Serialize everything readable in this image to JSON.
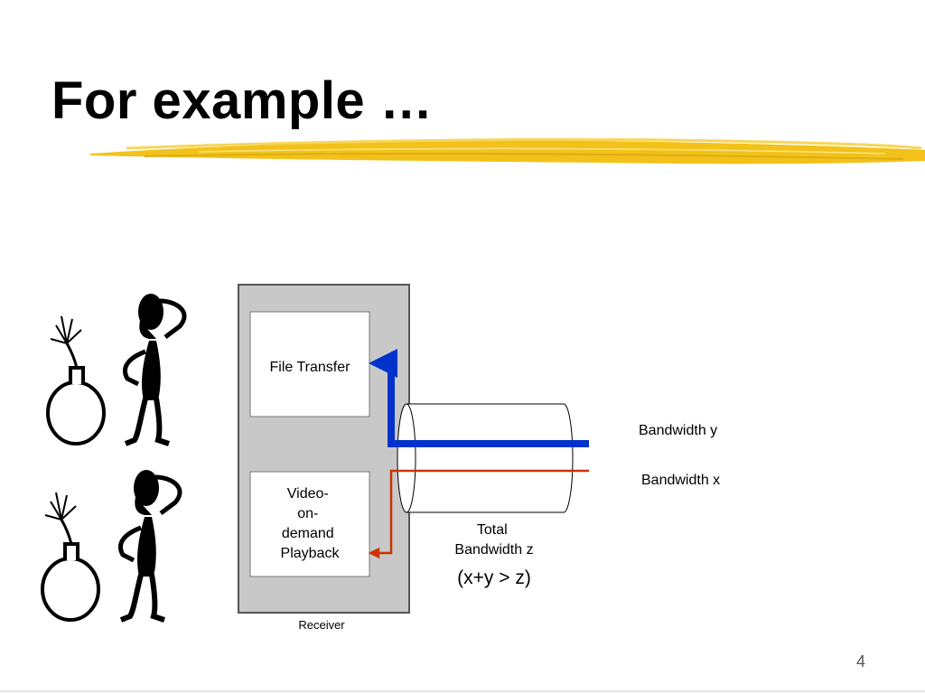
{
  "slide": {
    "title": "For example …",
    "page_number": "4"
  },
  "diagram": {
    "receiver_label": "Receiver",
    "file_transfer_label": "File Transfer",
    "video_label_lines": [
      "Video-",
      "on-",
      "demand",
      "Playback"
    ],
    "bandwidth_y_label": "Bandwidth y",
    "bandwidth_x_label": "Bandwidth x",
    "total_label_lines": [
      "Total",
      "Bandwidth z"
    ],
    "constraint_label": "(x+y > z)"
  },
  "colors": {
    "title_text": "#000000",
    "accent_brush": "#f2c21b",
    "receiver_fill": "#c8c8c8",
    "receiver_border": "#555555",
    "bandwidth_y_line": "#0033cc",
    "bandwidth_x_line": "#cc3300"
  },
  "icons": [
    "bomb-icon",
    "confused-figure-icon"
  ]
}
